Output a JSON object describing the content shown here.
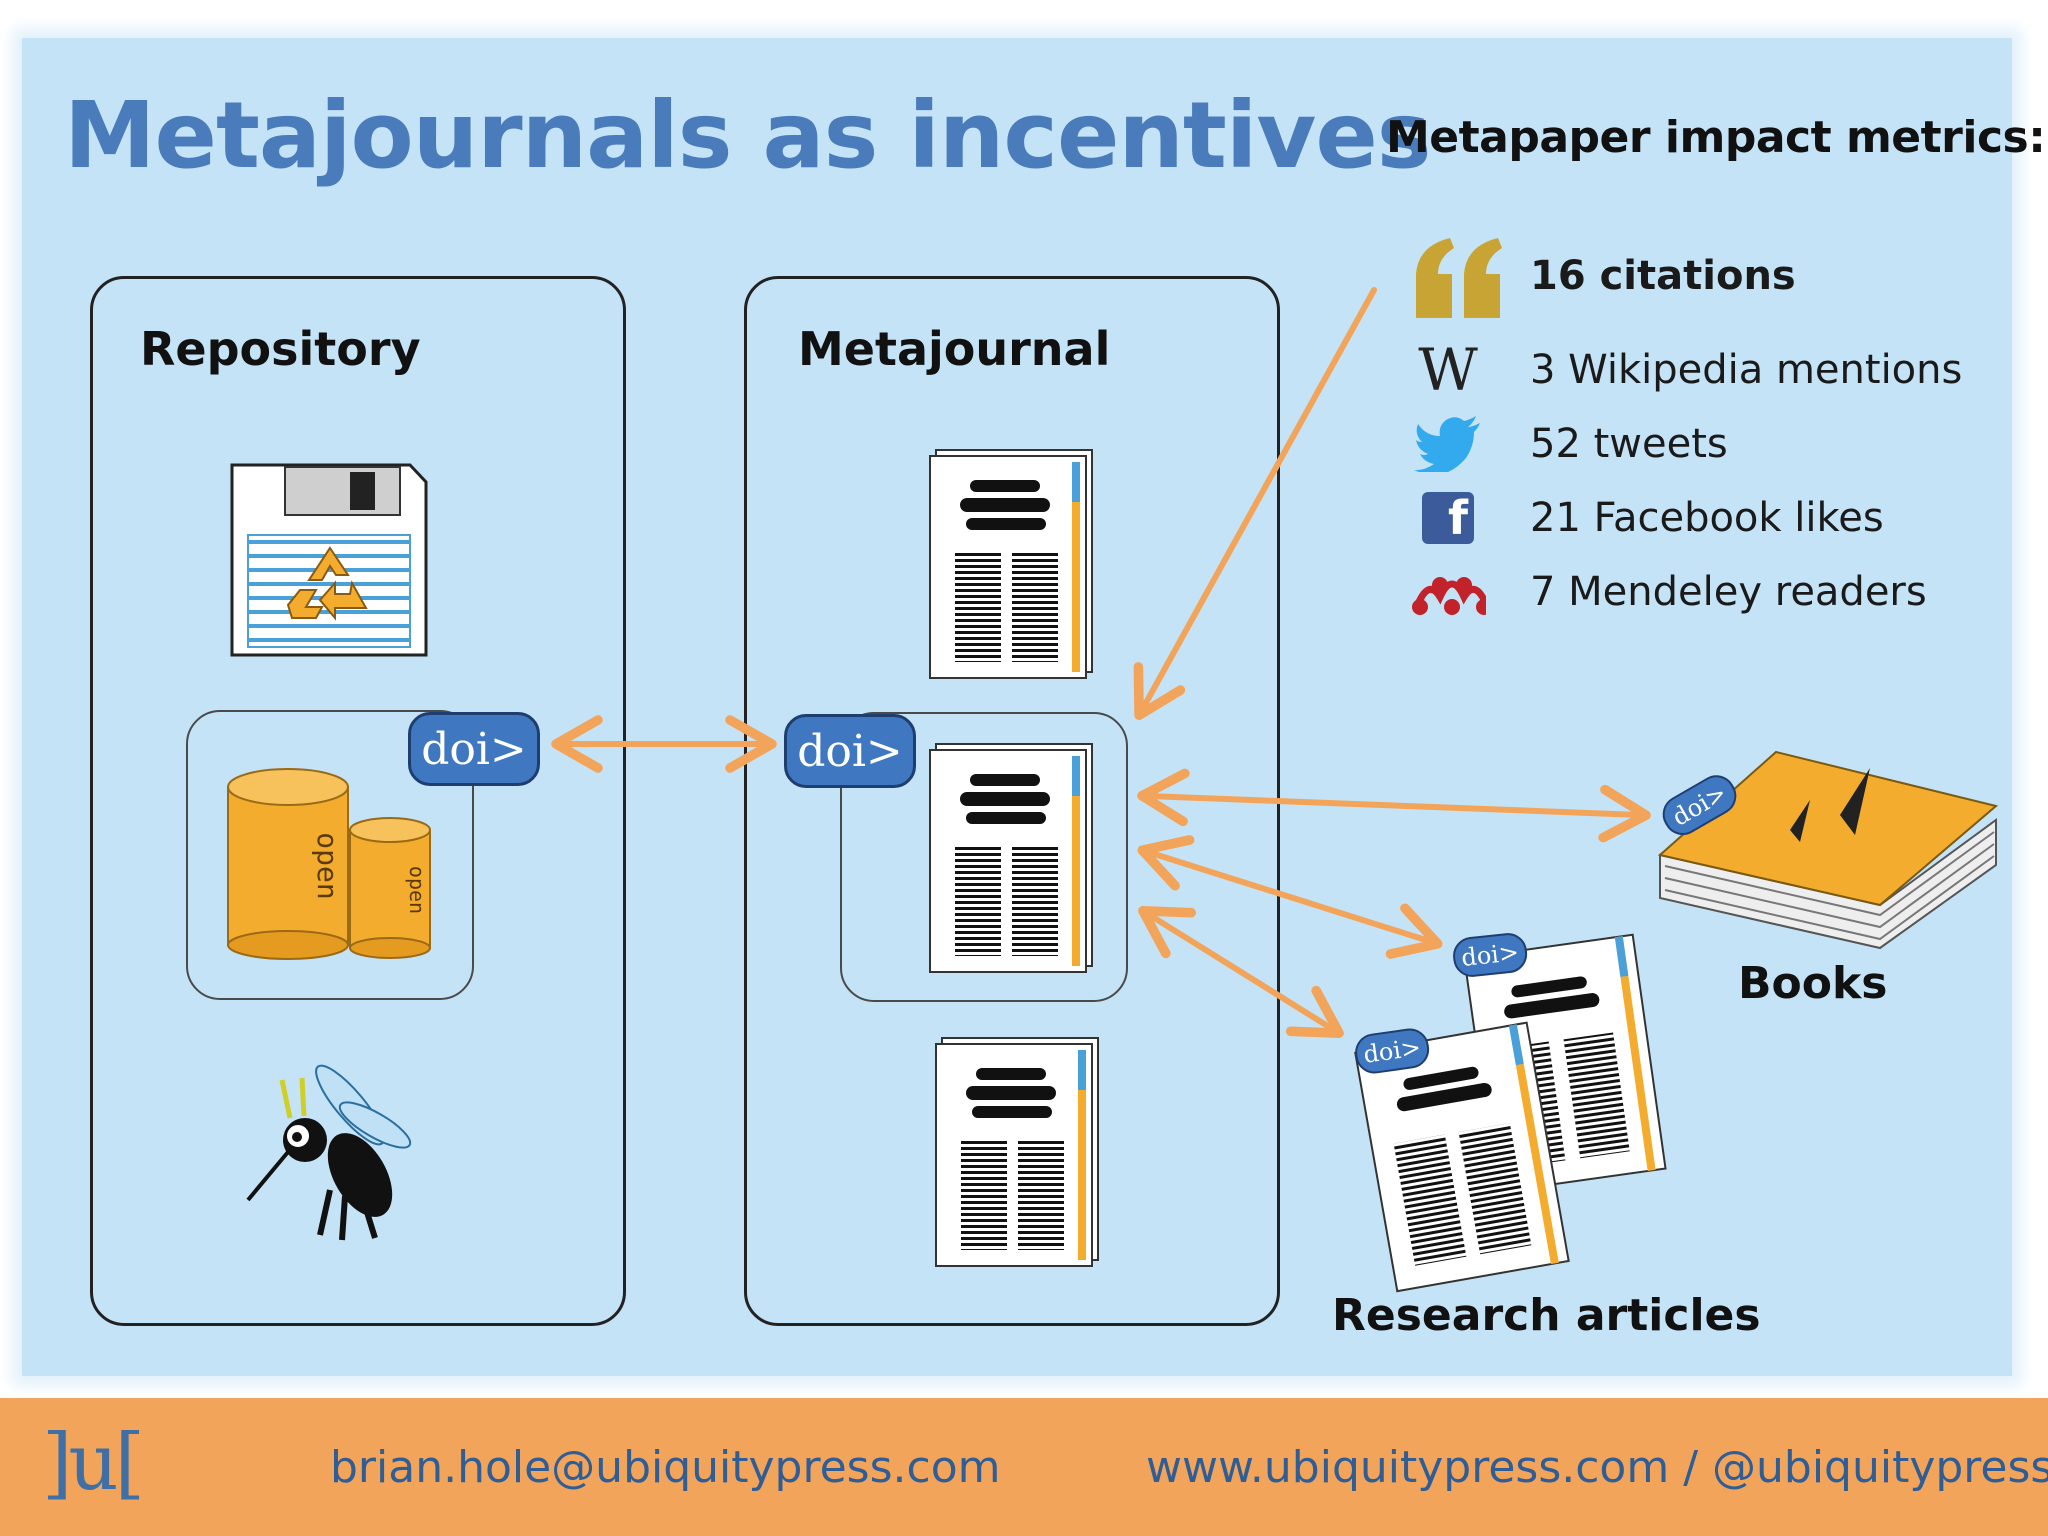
{
  "slide": {
    "title": "Metajournals as incentives",
    "metrics_title": "Metapaper impact metrics:"
  },
  "repository": {
    "label": "Repository"
  },
  "metajournal": {
    "label": "Metajournal"
  },
  "doi_label": "doi>",
  "metrics": [
    {
      "icon": "quote-icon",
      "text": "16 citations"
    },
    {
      "icon": "wikipedia-icon",
      "text": "3 Wikipedia mentions"
    },
    {
      "icon": "twitter-icon",
      "text": "52 tweets"
    },
    {
      "icon": "facebook-icon",
      "text": "21 Facebook likes"
    },
    {
      "icon": "mendeley-icon",
      "text": "7 Mendeley readers"
    }
  ],
  "outputs": {
    "books": "Books",
    "articles": "Research articles"
  },
  "icon_labels": {
    "can": "open",
    "wiki": "W",
    "facebook": "f"
  },
  "footer": {
    "logo": "]u[",
    "email": "brian.hole@ubiquitypress.com",
    "web": "www.ubiquitypress.com / @ubiquitypress"
  },
  "colors": {
    "title": "#4a7cbc",
    "background": "#c5e3f6",
    "arrow": "#f3a45b",
    "doi": "#3f78c1",
    "footer": "#f3a45b",
    "footer_text": "#2f5d95"
  }
}
